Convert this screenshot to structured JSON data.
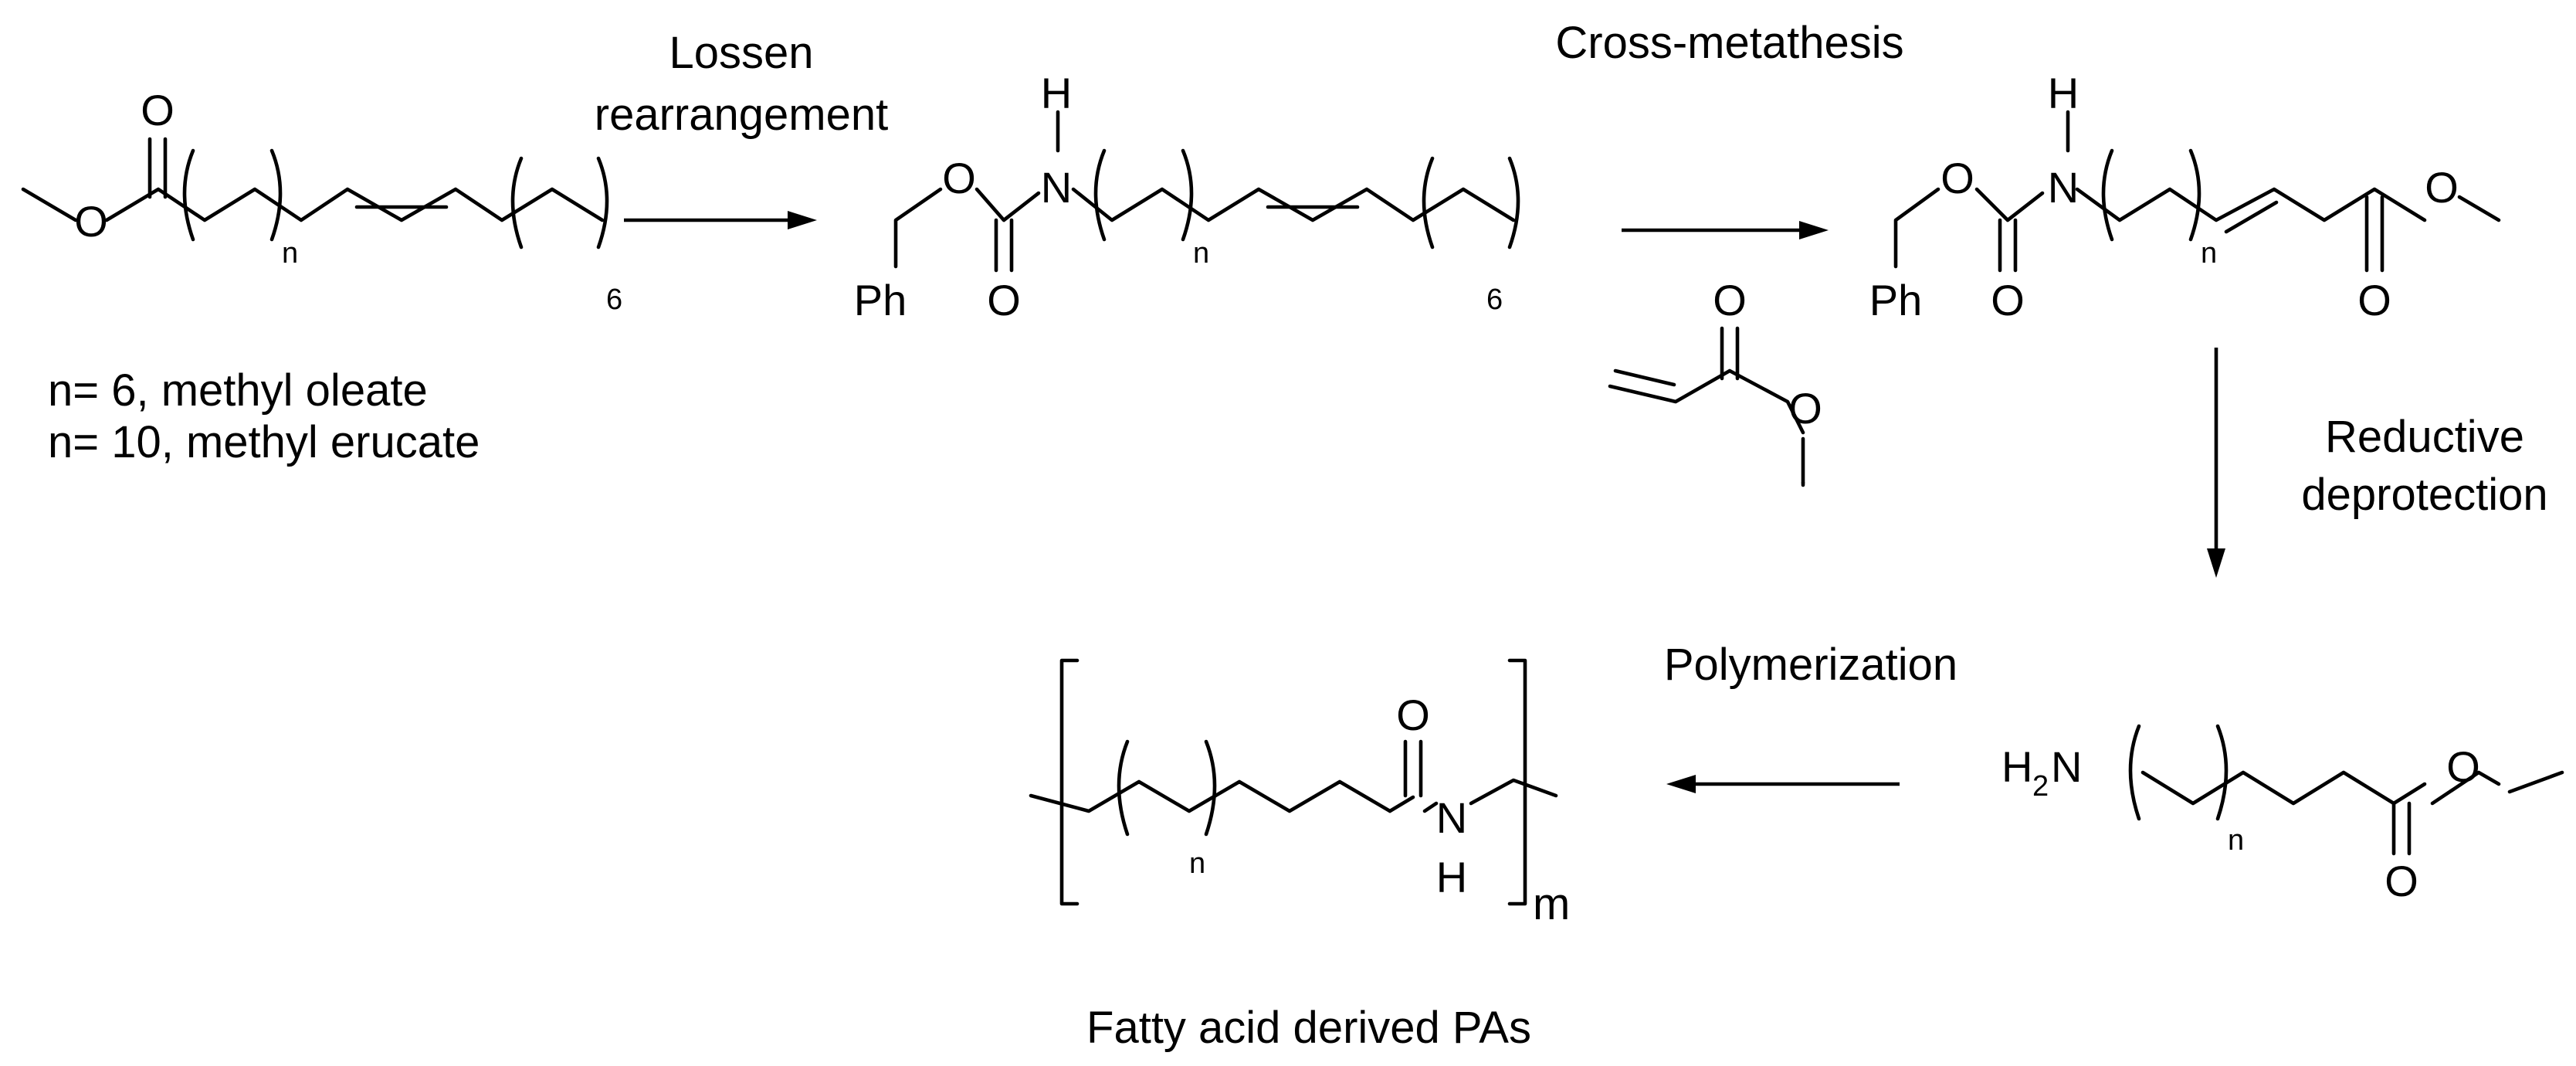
{
  "reactions": {
    "lossen": {
      "line1": "Lossen",
      "line2": "rearrangement"
    },
    "cross_metathesis": {
      "label": "Cross-metathesis"
    },
    "reductive": {
      "line1": "Reductive",
      "line2": "deprotection"
    },
    "polymerization": {
      "label": "Polymerization"
    }
  },
  "starting_materials": {
    "line1": "n= 6, methyl oleate",
    "line2": "n= 10, methyl erucate"
  },
  "product_caption": "Fatty acid derived PAs",
  "atoms": {
    "O": "O",
    "H": "H",
    "N": "N",
    "Ph": "Ph",
    "H2N_H": "H",
    "H2N_2": "2",
    "H2N_N": "N"
  },
  "subscripts": {
    "n": "n",
    "six": "6",
    "m": "m"
  },
  "colors": {
    "ink": "#000000",
    "background": "#ffffff"
  }
}
